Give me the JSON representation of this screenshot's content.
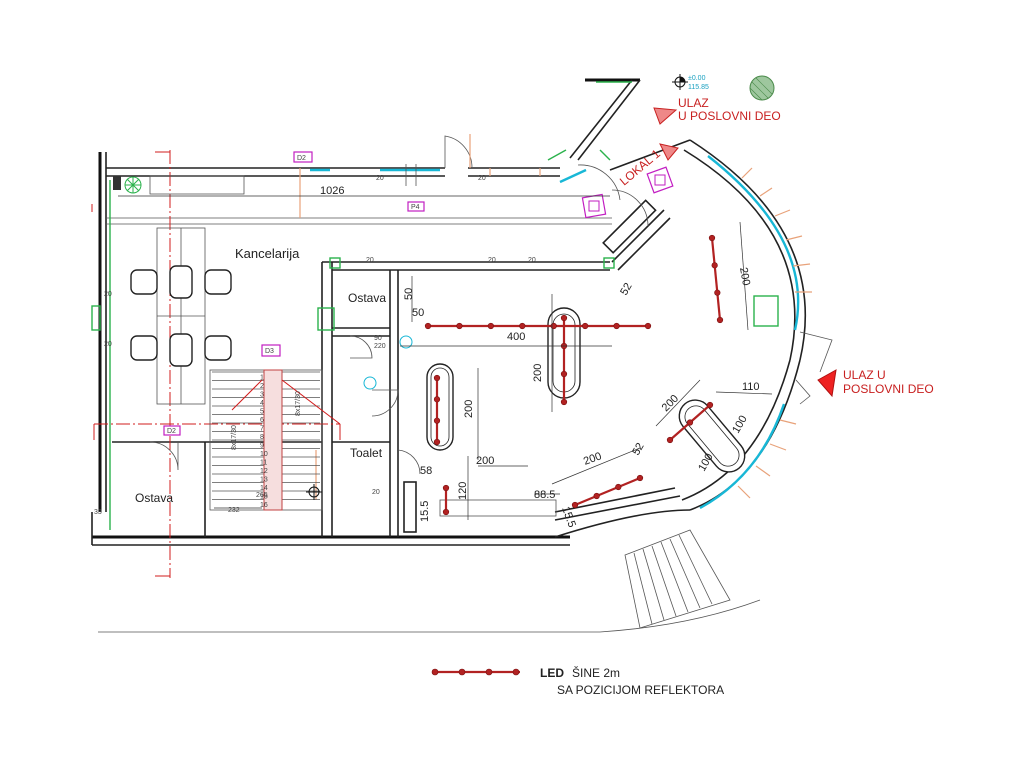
{
  "rooms": {
    "kancelarija": "Kancelarija",
    "ostava_top": "Ostava",
    "ostava_bottom": "Ostava",
    "toalet": "Toalet",
    "lokal": "LOKAL 1"
  },
  "entrances": {
    "top_line1": "ULAZ",
    "top_line2": "U POSLOVNI DEO",
    "right_line1": "ULAZ U",
    "right_line2": "POSLOVNI DEO"
  },
  "elevation": {
    "line1": "±0.00",
    "line2": "115.85"
  },
  "tags": {
    "d2_top": "D2",
    "d2_left": "D2",
    "d3": "D3",
    "p4": "P4"
  },
  "dimensions": {
    "d1026": "1026",
    "d400": "400",
    "d200_vert_left": "200",
    "d200_vert_mid": "200",
    "d200_horiz": "200",
    "d200_right": "200",
    "d200_diag1": "200",
    "d200_diag2": "200",
    "d120": "120",
    "d88_5": "88.5",
    "d58": "58",
    "d50_a": "50",
    "d50_b": "50",
    "d15_5_a": "15.5",
    "d15_5_b": "15.5",
    "d52_a": "52",
    "d52_b": "52",
    "d110": "110",
    "d100_a": "100",
    "d100_b": "100",
    "d20": "20",
    "d265": "265",
    "d232": "232",
    "d33": "33",
    "d90": "90",
    "d220": "220"
  },
  "stairs": {
    "label": "8x17/30",
    "steps": [
      "1",
      "2",
      "3",
      "4",
      "5",
      "6",
      "7",
      "8",
      "9",
      "10",
      "11",
      "12",
      "13",
      "14",
      "15",
      "16"
    ]
  },
  "legend": {
    "title_bold": "LED",
    "title_rest": "ŠINE 2m",
    "subtitle": "SA POZICIJOM REFLEKTORA"
  }
}
